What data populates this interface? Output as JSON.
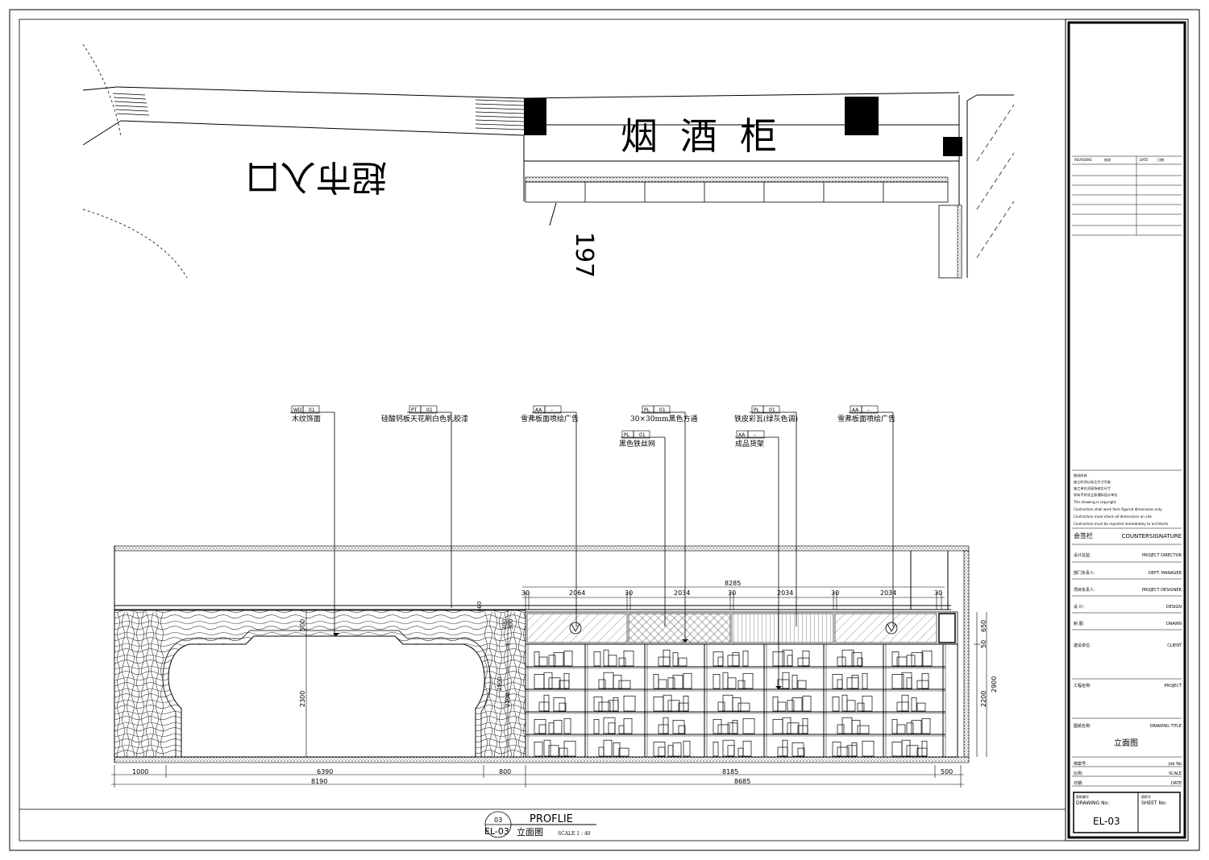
{
  "plan": {
    "entrance_label": "超市入口",
    "cabinet_label": "烟酒柜",
    "dimension_partial": "197"
  },
  "callouts": [
    {
      "code": "WD",
      "num": "01",
      "label": "木纹饰面"
    },
    {
      "code": "PT",
      "num": "01",
      "label": "硅酸钙板天花刷白色乳胶漆"
    },
    {
      "code": "AA",
      "num": "–",
      "label": "雪弗板面喷绘广告"
    },
    {
      "code": "PL",
      "num": "01",
      "label": "30×30mm黑色方通"
    },
    {
      "code": "PL",
      "num": "01",
      "label": "铁皮彩瓦(绿灰色调)"
    },
    {
      "code": "AA",
      "num": "–",
      "label": "雪弗板面喷绘广告"
    },
    {
      "code": "PL",
      "num": "01",
      "label": "黑色铁丝网"
    },
    {
      "code": "AA",
      "num": "–",
      "label": "成品货架"
    }
  ],
  "dimensions": {
    "top_total": "8285",
    "top_segments": [
      "30",
      "2064",
      "30",
      "2034",
      "30",
      "2034",
      "30",
      "2034",
      "30"
    ],
    "bottom_row1": [
      "1000",
      "6390",
      "800",
      "8185",
      "500"
    ],
    "bottom_row2": [
      "8190",
      "8685"
    ],
    "vertical_left": [
      "500",
      "2300"
    ],
    "vertical_mid": [
      "100",
      "300",
      "300",
      "2900",
      "2200"
    ],
    "vertical_right": [
      "650",
      "50",
      "2200",
      "2900"
    ]
  },
  "drawing_title": {
    "number": "03",
    "sheet": "EL-03",
    "title_en": "PROFLIE",
    "title_cn": "立面图",
    "scale": "SCALE 1 : 40"
  },
  "title_block": {
    "revisions_header": "REVISIONS",
    "revisions_col2": "修改",
    "date_header": "DATE",
    "date_col2": "日期",
    "notes": [
      "图纸所有",
      "施工时须以标注尺寸为准",
      "施工单位须现场核实尺寸",
      "如有不符须立即通知设计单位",
      "This drawing is copyright",
      "Contractors shall work form figured dimensions only",
      "Contractors must check all dimensions on site",
      "Contractors must be reported immediately to architects"
    ],
    "countersign_cn": "会签栏",
    "countersign_en": "COUNTERSIGNATURE",
    "rows": [
      {
        "cn": "设计总监:",
        "en": "PROJECT DIRECTOR"
      },
      {
        "cn": "部门负责人:",
        "en": "DEPT. MANAGER"
      },
      {
        "cn": "项目负责人:",
        "en": "PROJECT DESIGNER"
      },
      {
        "cn": "设    计:",
        "en": "DESIGN"
      },
      {
        "cn": "制    图:",
        "en": "DRAWN"
      },
      {
        "cn": "建设单位:",
        "en": "CLIENT"
      },
      {
        "cn": "工程名称:",
        "en": "PROJECT"
      },
      {
        "cn": "图纸名称:",
        "en": "DRAWING TITLE"
      }
    ],
    "drawing_title_value": "立面图",
    "job_cn": "档案号:",
    "job_en": "Job No",
    "scale_cn": "比例:",
    "scale_en": "SCALE",
    "date_cn": "日期:",
    "date_en": "DATE",
    "drawing_no_cn": "图纸编号",
    "drawing_no_en": "DRAWING No:",
    "sheet_no_cn": "图纸号",
    "sheet_no_en": "SHEET No:",
    "drawing_no_value": "EL-03"
  }
}
